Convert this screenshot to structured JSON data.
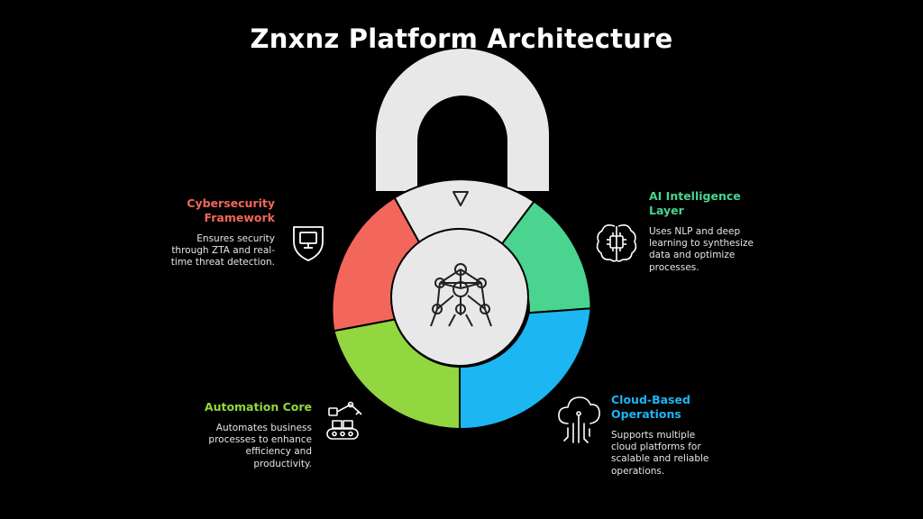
{
  "title": "Znxnz Platform Architecture",
  "colors": {
    "cybersecurity": "#f2665c",
    "ai": "#4ad48f",
    "automation": "#92d640",
    "cloud": "#1cb6f3",
    "lock": "#e8e8e8",
    "background": "#000000"
  },
  "center_icon": "atomium-network-icon",
  "sections": {
    "cybersecurity": {
      "heading_line1": "Cybersecurity",
      "heading_line2": "Framework",
      "desc_line1": "Ensures security",
      "desc_line2": "through ZTA and real-",
      "desc_line3": "time threat detection.",
      "icon": "shield-monitor-icon"
    },
    "ai": {
      "heading_line1": "AI Intelligence",
      "heading_line2": "Layer",
      "desc_line1": "Uses NLP and deep",
      "desc_line2": "learning to synthesize",
      "desc_line3": "data and optimize",
      "desc_line4": "processes.",
      "icon": "brain-chip-icon"
    },
    "automation": {
      "heading_line1": "Automation Core",
      "desc_line1": "Automates business",
      "desc_line2": "processes to enhance",
      "desc_line3": "efficiency and",
      "desc_line4": "productivity.",
      "icon": "robot-arm-conveyor-icon"
    },
    "cloud": {
      "heading_line1": "Cloud-Based",
      "heading_line2": "Operations",
      "desc_line1": "Supports multiple",
      "desc_line2": "cloud platforms for",
      "desc_line3": "scalable and reliable",
      "desc_line4": "operations.",
      "icon": "cloud-circuit-icon"
    }
  }
}
